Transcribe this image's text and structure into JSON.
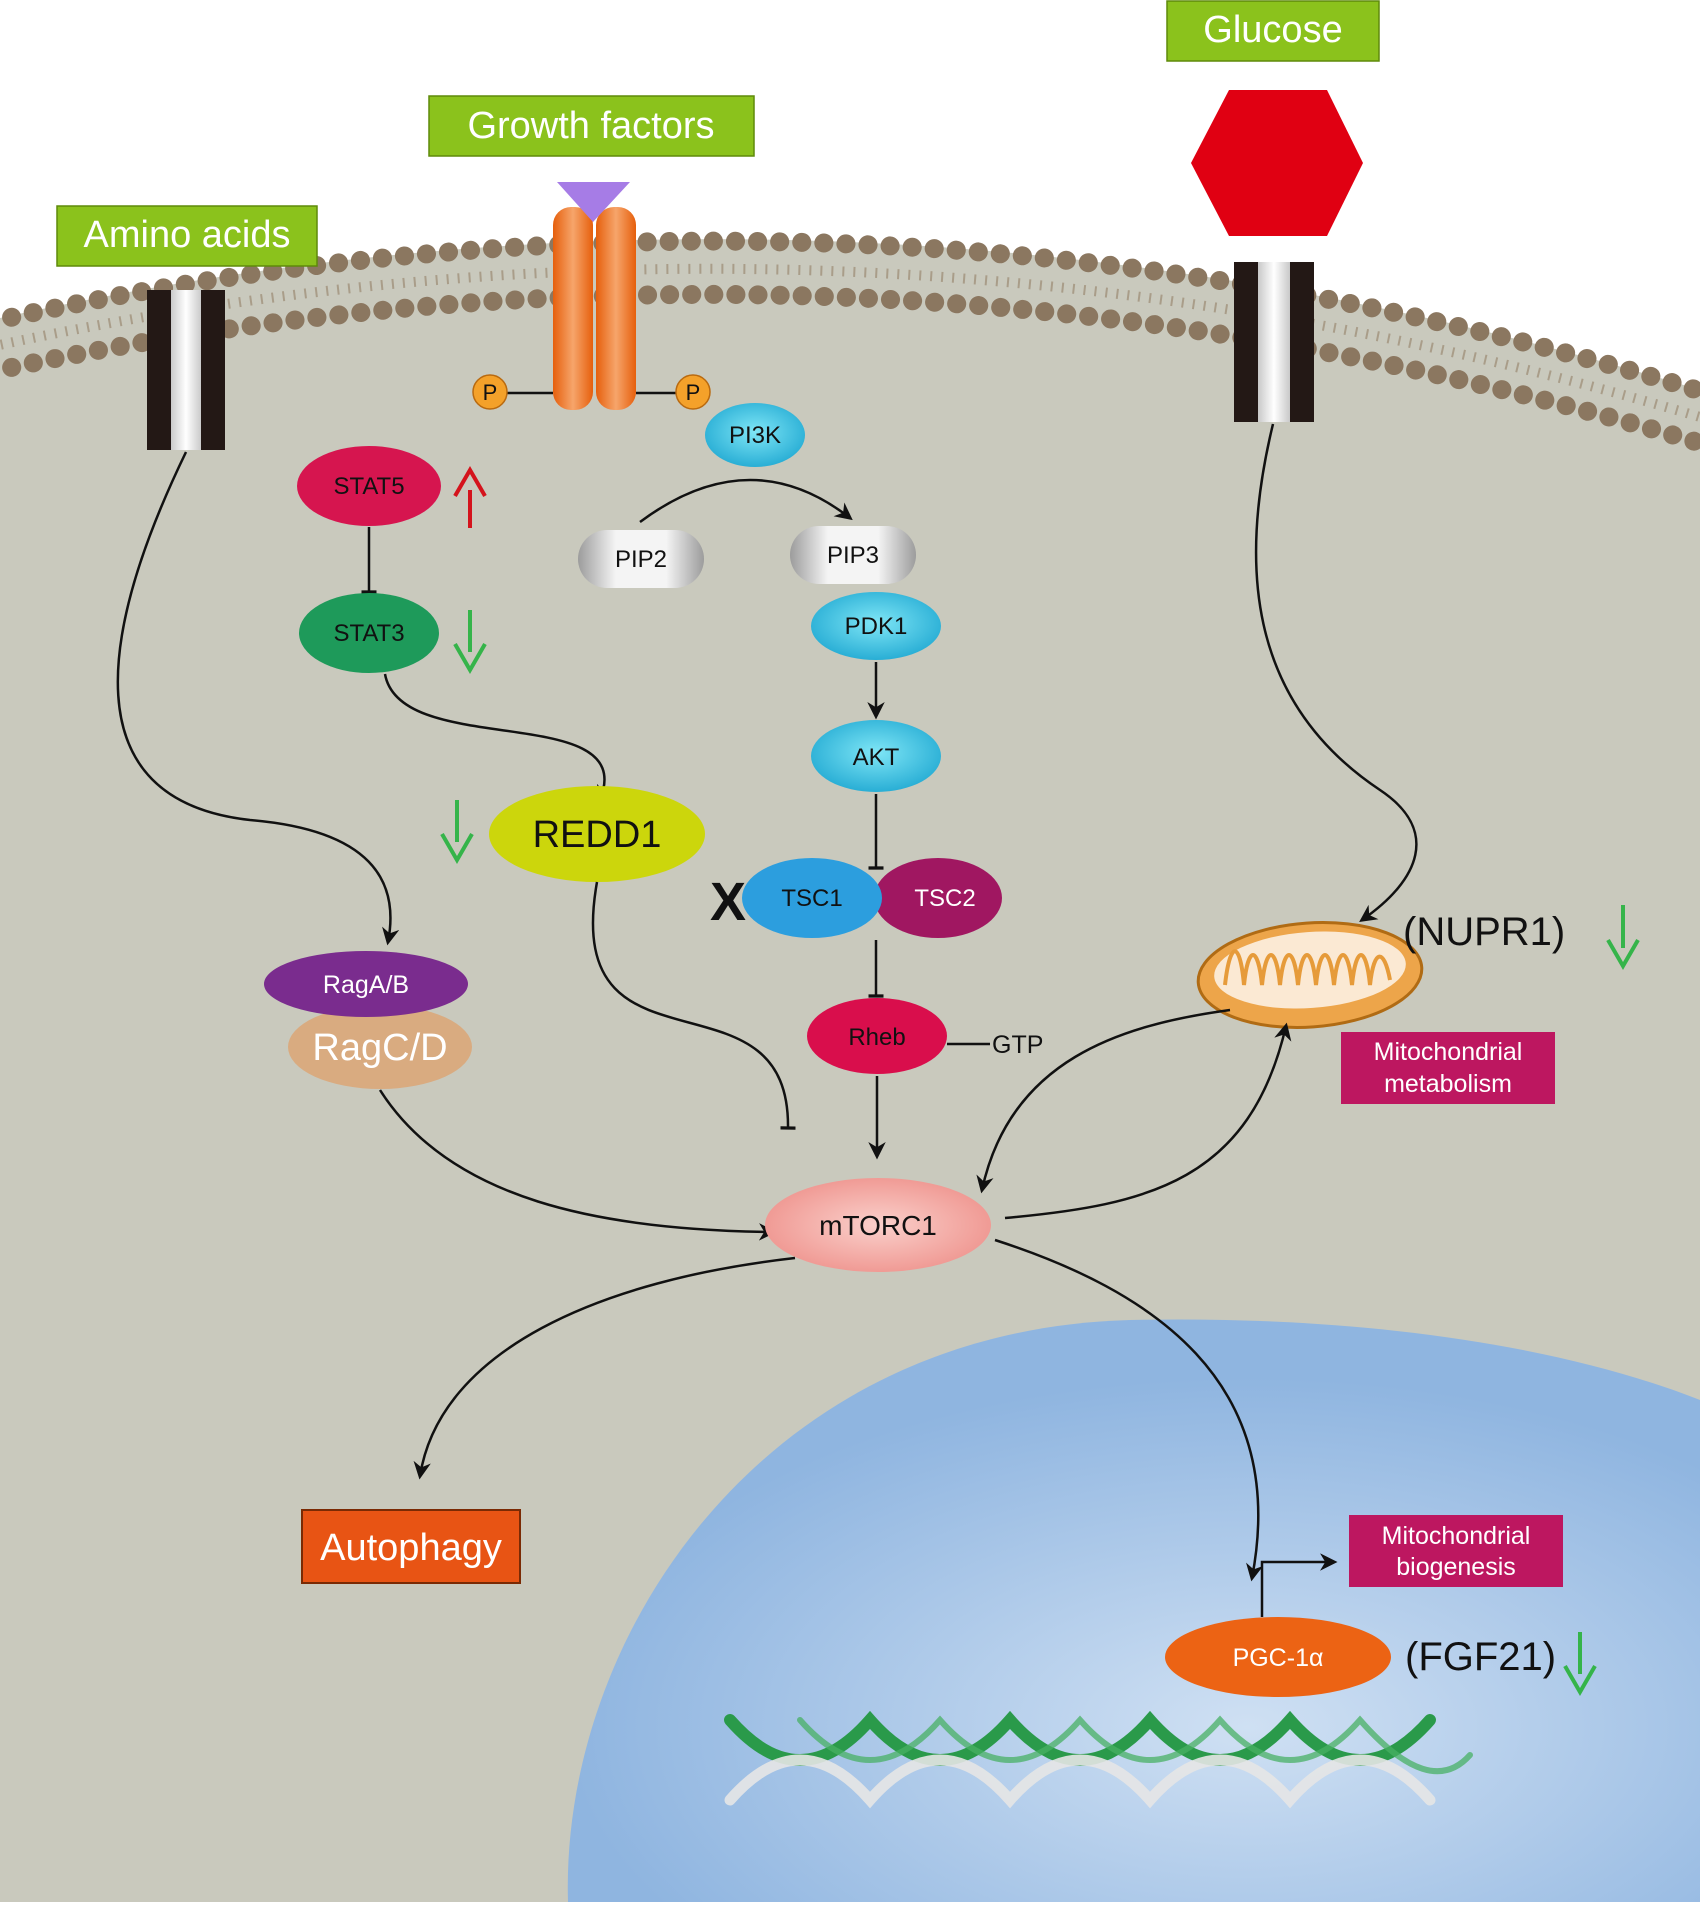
{
  "inputs": {
    "amino_acids": "Amino acids",
    "growth_factors": "Growth factors",
    "glucose": "Glucose"
  },
  "receptor": {
    "phospho_left": "P",
    "phospho_right": "P"
  },
  "proteins": {
    "pi3k": "PI3K",
    "pip2": "PIP2",
    "pip3": "PIP3",
    "pdk1": "PDK1",
    "akt": "AKT",
    "tsc1": "TSC1",
    "tsc2": "TSC2",
    "rheb": "Rheb",
    "gtp": "GTP",
    "stat5": "STAT5",
    "stat3": "STAT3",
    "redd1": "REDD1",
    "raga_b": "RagA/B",
    "ragc_d": "RagC/D",
    "mtorc1": "mTORC1",
    "pgc1a": "PGC-1α"
  },
  "labels": {
    "nupr1": "(NUPR1)",
    "fgf21": "(FGF21)",
    "x_mark": "X",
    "mito_metabolism": [
      "Mitochondrial",
      "metabolism"
    ],
    "mito_biogenesis": [
      "Mitochondrial",
      "biogenesis"
    ],
    "autophagy": "Autophagy"
  },
  "colors": {
    "cytoplasm": "#c9c9bd",
    "membrane_bead": "#8b7760",
    "nucleus": "#a9c6e6",
    "label_green": "#8bc21c",
    "glucose_red": "#e00012",
    "receptor_orange": "#ee6a10",
    "ligand_purple": "#a67ce6",
    "up_arrow": "#d4131c",
    "down_arrow": "#35b44a",
    "cyan_protein": "#3bb9dd",
    "tsc1": "#2c9ede",
    "tsc2": "#a01761",
    "rheb": "#d90e4c",
    "stat5": "#d6154f",
    "stat3": "#1e9a5a",
    "redd1": "#ccd60c",
    "raga_b": "#7a2c8e",
    "ragc_d": "#d9ab80",
    "mtorc1": "#f3a9a3",
    "pgc1a": "#ec6314",
    "magenta_box": "#bd1760",
    "autophagy_box": "#e85414",
    "dna_green": "#2a9a4a"
  },
  "regulation": {
    "stat5": "up",
    "stat3": "down",
    "redd1": "down",
    "nupr1": "down",
    "fgf21": "down"
  }
}
